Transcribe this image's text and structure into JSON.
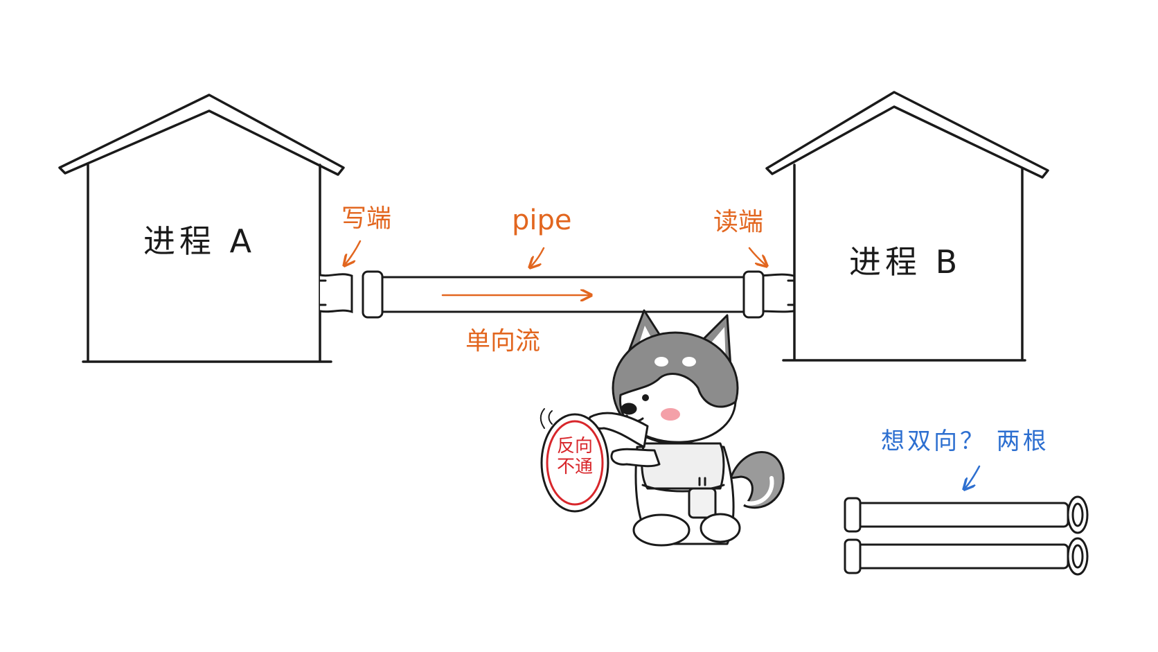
{
  "labels": {
    "process_a": "进程 A",
    "process_b": "进程 B",
    "write_end": "写端",
    "read_end": "读端",
    "pipe": "pipe",
    "one_way_flow": "单向流",
    "want_two_way": "想双向？ 两根",
    "badge_line1": "反向",
    "badge_line2": "不通"
  },
  "colors": {
    "ink": "#1a1a1a",
    "annotation_orange": "#e2661f",
    "annotation_blue": "#2d6fd0",
    "badge_red": "#d8262b",
    "dog_gray": "#8c8c8c",
    "blush": "#f4a0a8"
  },
  "icons": [
    "house-a-icon",
    "house-b-icon",
    "pipe-icon",
    "husky-mascot-icon",
    "spare-pipe-icon"
  ]
}
